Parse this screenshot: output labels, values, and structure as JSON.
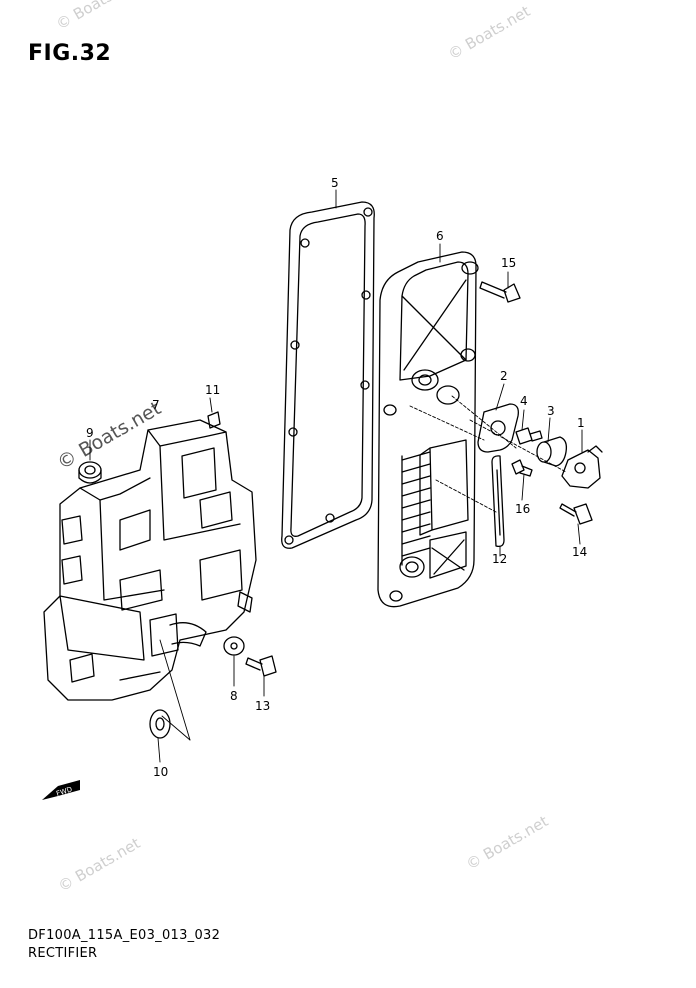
{
  "figure": {
    "title": "FIG.32",
    "code": "DF100A_115A_E03_013_032",
    "name": "RECTIFIER"
  },
  "watermark": {
    "text": "© Boats.net"
  },
  "fwd_label": "FWD",
  "callouts": [
    "1",
    "2",
    "3",
    "4",
    "5",
    "6",
    "7",
    "8",
    "9",
    "10",
    "11",
    "12",
    "13",
    "14",
    "15",
    "16"
  ],
  "colors": {
    "line": "#000000",
    "watermark": "#cfcfcf"
  }
}
